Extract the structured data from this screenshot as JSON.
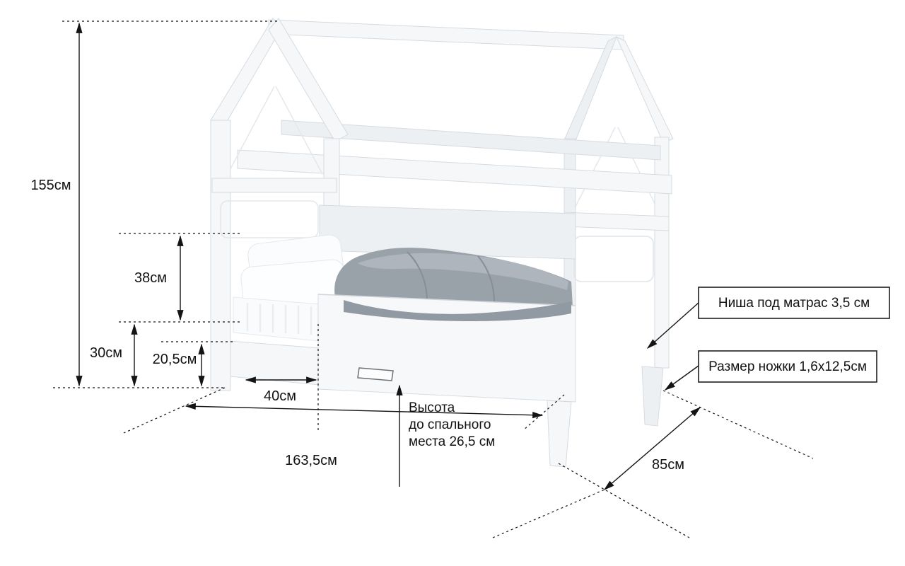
{
  "diagram": {
    "dimensions": {
      "total_height": "155см",
      "rail_height": "38см",
      "lower_height": "30см",
      "base_height": "20,5см",
      "opening_width": "40см",
      "length": "163,5см",
      "depth": "85см",
      "sleep_height_lines": [
        "Высота",
        "до спального",
        "места 26,5 см"
      ]
    },
    "callouts": {
      "mattress_niche": "Ниша под матрас 3,5 см",
      "leg_size": "Размер ножки 1,6х12,5см"
    },
    "colors": {
      "line": "#141414",
      "panel": "#f5f7f9",
      "panel_shade": "#edf0f3",
      "blanket": "#99a1a9"
    }
  }
}
